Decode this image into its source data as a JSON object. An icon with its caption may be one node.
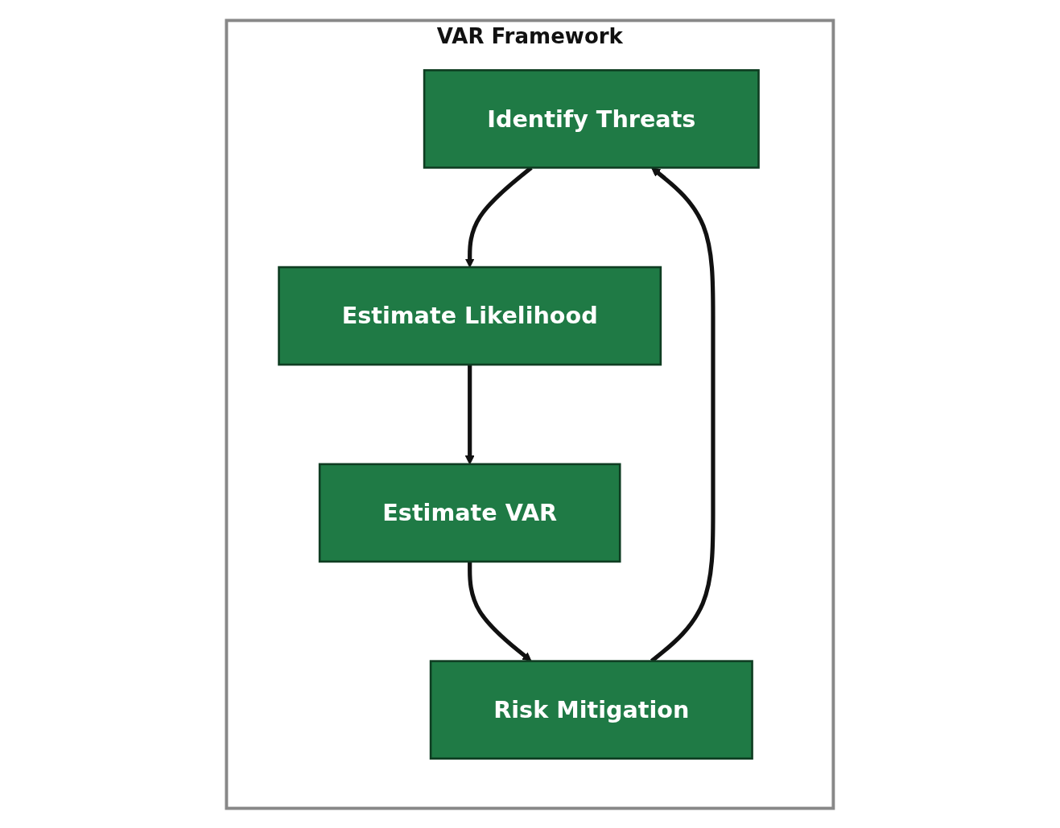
{
  "diagram": {
    "nodes": [
      {
        "text": [
          "VAR Framework"
        ]
      },
      {
        "text": [
          "Identify Threats"
        ],
        "in": 0
      },
      {
        "text": [
          "Estimate Likelihood"
        ],
        "in": 0
      },
      {
        "text": [
          "Estimate VAR"
        ],
        "in": 0
      },
      {
        "text": [
          "Risk Mitigation"
        ],
        "in": 0
      }
    ],
    "edges": [
      {
        "from": 1,
        "to": 2,
        "arrow": "to"
      },
      {
        "from": 2,
        "to": 3,
        "arrow": "to"
      },
      {
        "from": 3,
        "to": 4,
        "arrow": "to"
      },
      {
        "from": 4,
        "to": 1,
        "arrow": "to"
      }
    ]
  }
}
